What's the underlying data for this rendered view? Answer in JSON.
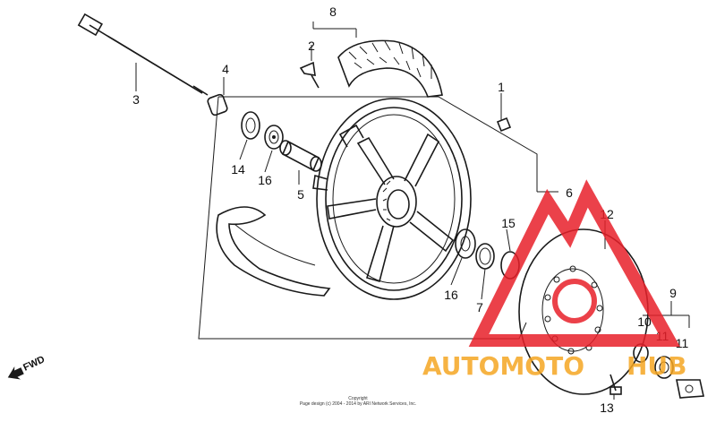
{
  "callouts": {
    "n1": "1",
    "n2": "2",
    "n3": "3",
    "n4": "4",
    "n5": "5",
    "n6": "6",
    "n7": "7",
    "n8": "8",
    "n9": "9",
    "n10": "10",
    "n11a": "11",
    "n11b": "11",
    "n12": "12",
    "n13": "13",
    "n14": "14",
    "n15": "15",
    "n16a": "16",
    "n16b": "16"
  },
  "fwd_label": "FWD",
  "footer": {
    "line1": "Copyright",
    "line2": "Page design (c) 2004 - 2014 by ARI Network Services, Inc."
  },
  "watermark": {
    "left": "AUTOMOTO",
    "right": "HUB",
    "colors": {
      "red": "#e8202a",
      "orange": "#f5a623"
    }
  }
}
